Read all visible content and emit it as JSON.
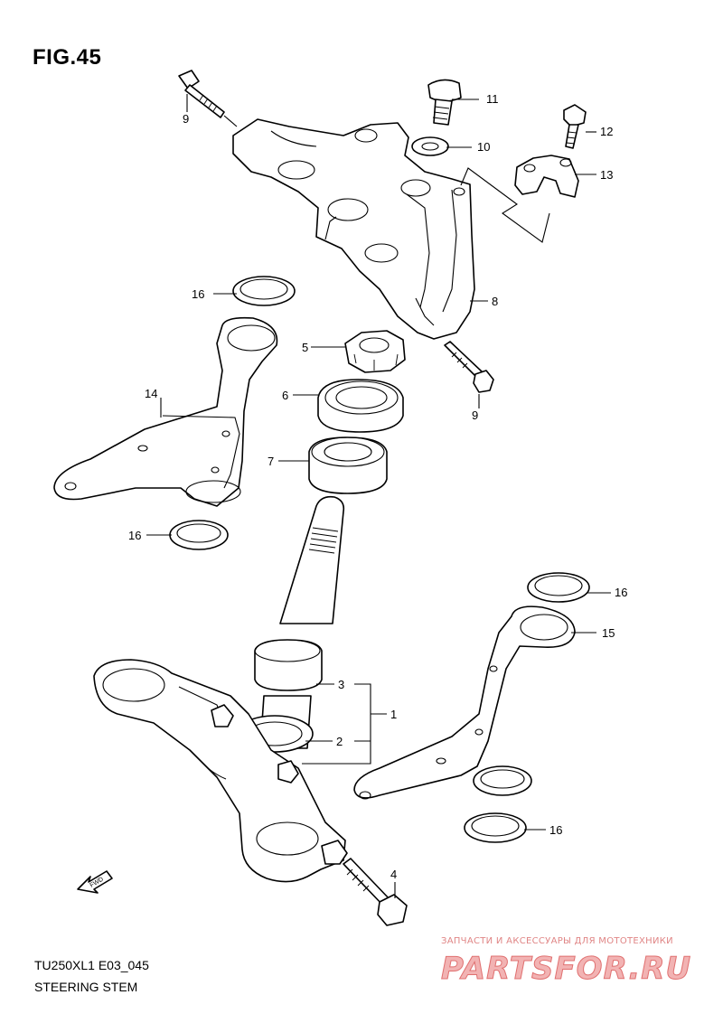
{
  "figure": {
    "title": "FIG.45"
  },
  "footer": {
    "model_code": "TU250XL1 E03_045",
    "caption": "STEERING STEM"
  },
  "watermark": {
    "text": "ЗАПЧАСТИ И АКСЕССУАРЫ ДЛЯ МОТОТЕХНИКИ",
    "logo": "PARTSFOR.RU"
  },
  "arrow_label": "FWD",
  "callouts": [
    {
      "id": "c9a",
      "label": "9"
    },
    {
      "id": "c11",
      "label": "11"
    },
    {
      "id": "c10",
      "label": "10"
    },
    {
      "id": "c12",
      "label": "12"
    },
    {
      "id": "c13",
      "label": "13"
    },
    {
      "id": "c8",
      "label": "8"
    },
    {
      "id": "c16a",
      "label": "16"
    },
    {
      "id": "c5",
      "label": "5"
    },
    {
      "id": "c6",
      "label": "6"
    },
    {
      "id": "c9b",
      "label": "9"
    },
    {
      "id": "c14",
      "label": "14"
    },
    {
      "id": "c7",
      "label": "7"
    },
    {
      "id": "c16b",
      "label": "16"
    },
    {
      "id": "c16c",
      "label": "16"
    },
    {
      "id": "c15",
      "label": "15"
    },
    {
      "id": "c3",
      "label": "3"
    },
    {
      "id": "c1",
      "label": "1"
    },
    {
      "id": "c2",
      "label": "2"
    },
    {
      "id": "c16d",
      "label": "16"
    },
    {
      "id": "c4",
      "label": "4"
    }
  ]
}
